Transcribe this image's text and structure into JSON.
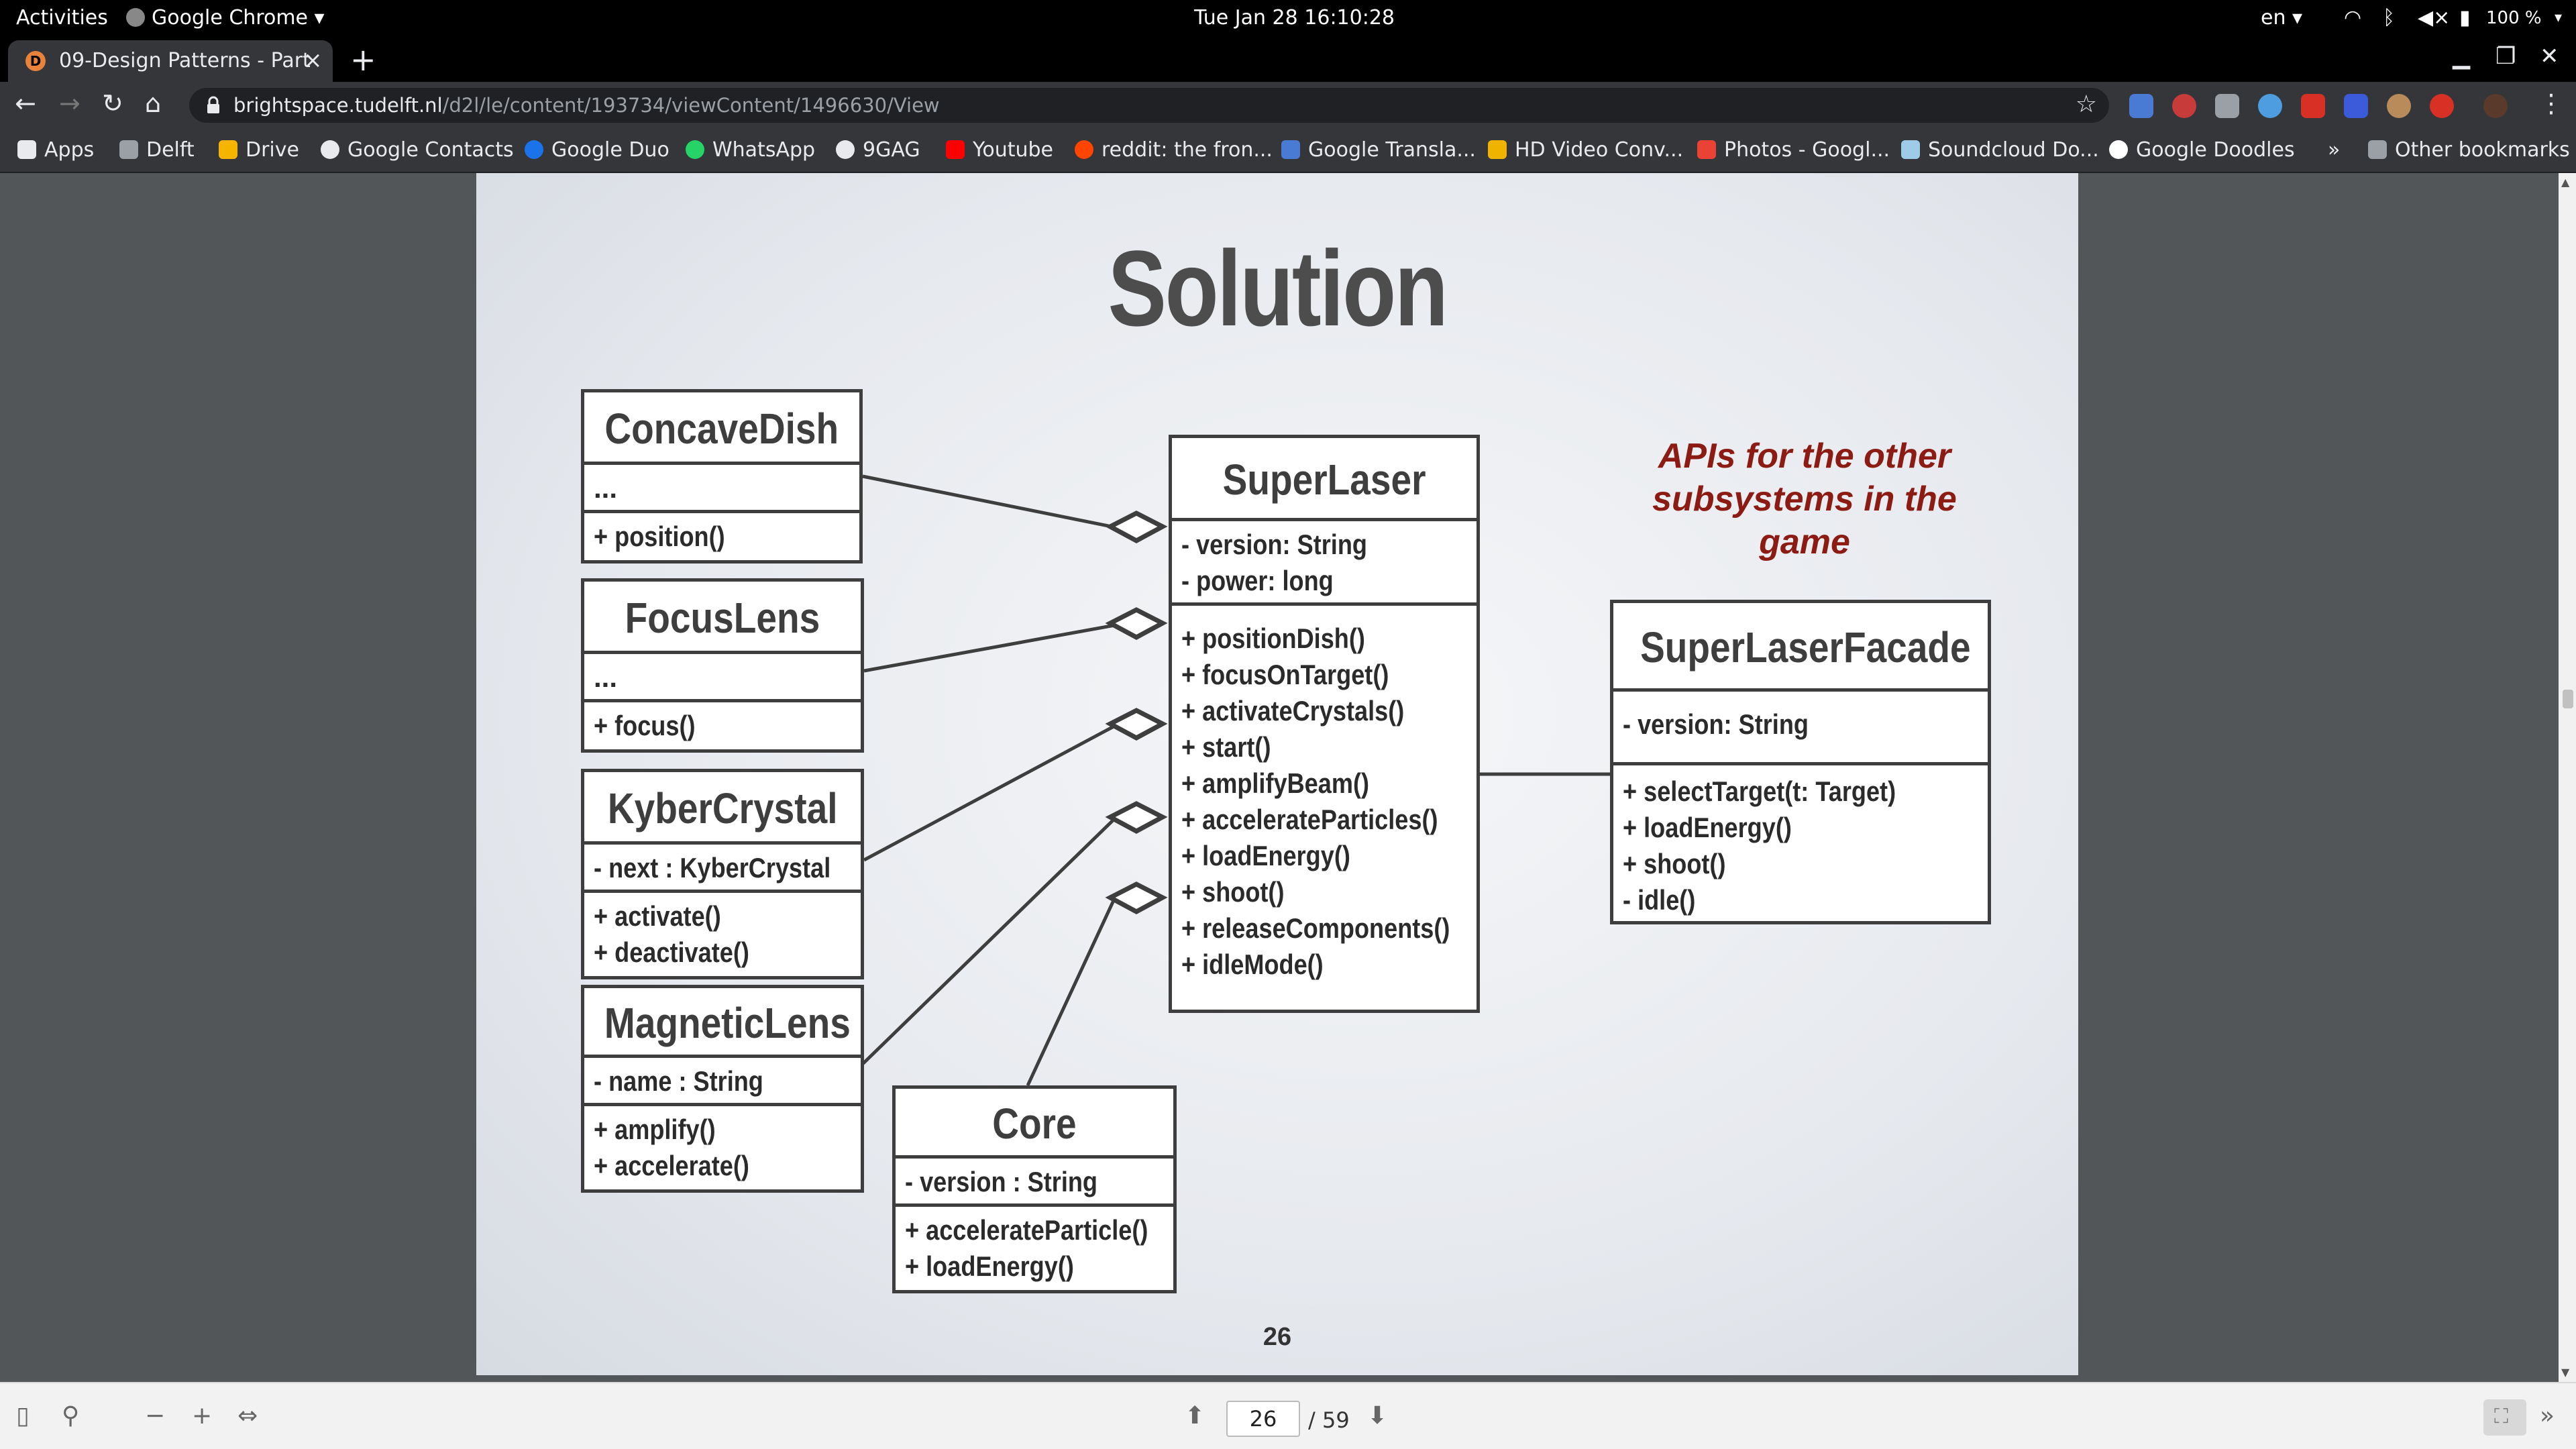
{
  "topbar": {
    "activities": "Activities",
    "app_name": "Google Chrome",
    "datetime": "Tue Jan 28  16:10:28",
    "language": "en",
    "battery": "100 %"
  },
  "browser": {
    "tab_title": "09-Design Patterns - Part",
    "url_host": "brightspace.tudelft.nl",
    "url_path": "/d2l/le/content/193734/viewContent/1496630/View",
    "bookmarks": [
      "Apps",
      "Delft",
      "Drive",
      "Google Contacts",
      "Google Duo",
      "WhatsApp",
      "9GAG",
      "Youtube",
      "reddit: the fron...",
      "Google Transla...",
      "HD Video Conv...",
      "Photos - Googl...",
      "Soundcloud Do...",
      "Google Doodles"
    ],
    "other_bookmarks": "Other bookmarks",
    "overflow": "»"
  },
  "slide": {
    "title": "Solution",
    "note": "APIs for the other subsystems in the game",
    "page_number": "26",
    "classes": {
      "concave_dish": {
        "name": "ConcaveDish",
        "attrs": [
          "..."
        ],
        "ops": [
          "+  position()"
        ]
      },
      "focus_lens": {
        "name": "FocusLens",
        "attrs": [
          "..."
        ],
        "ops": [
          "+  focus()"
        ]
      },
      "kyber_crystal": {
        "name": "KyberCrystal",
        "attrs": [
          "- next : KyberCrystal"
        ],
        "ops": [
          "+  activate()",
          "+  deactivate()"
        ]
      },
      "magnetic_lens": {
        "name": "MagneticLens",
        "attrs": [
          "- name : String"
        ],
        "ops": [
          "+  amplify()",
          "+  accelerate()"
        ]
      },
      "core": {
        "name": "Core",
        "attrs": [
          "- version : String"
        ],
        "ops": [
          "+  accelerateParticle()",
          "+  loadEnergy()"
        ]
      },
      "super_laser": {
        "name": "SuperLaser",
        "attrs": [
          "-   version: String",
          "-   power: long"
        ],
        "ops": [
          "+  positionDish()",
          "+  focusOnTarget()",
          "+  activateCrystals()",
          "+  start()",
          "+  amplifyBeam()",
          "+  accelerateParticles()",
          "+  loadEnergy()",
          "+  shoot()",
          "+  releaseComponents()",
          "+  idleMode()"
        ]
      },
      "super_laser_facade": {
        "name": "SuperLaserFacade",
        "attrs": [
          "- version: String"
        ],
        "ops": [
          "+ selectTarget(t: Target)",
          "+ loadEnergy()",
          "+ shoot()",
          "- idle()"
        ]
      }
    }
  },
  "viewer": {
    "current_page": "26",
    "total_pages": "/ 59"
  }
}
